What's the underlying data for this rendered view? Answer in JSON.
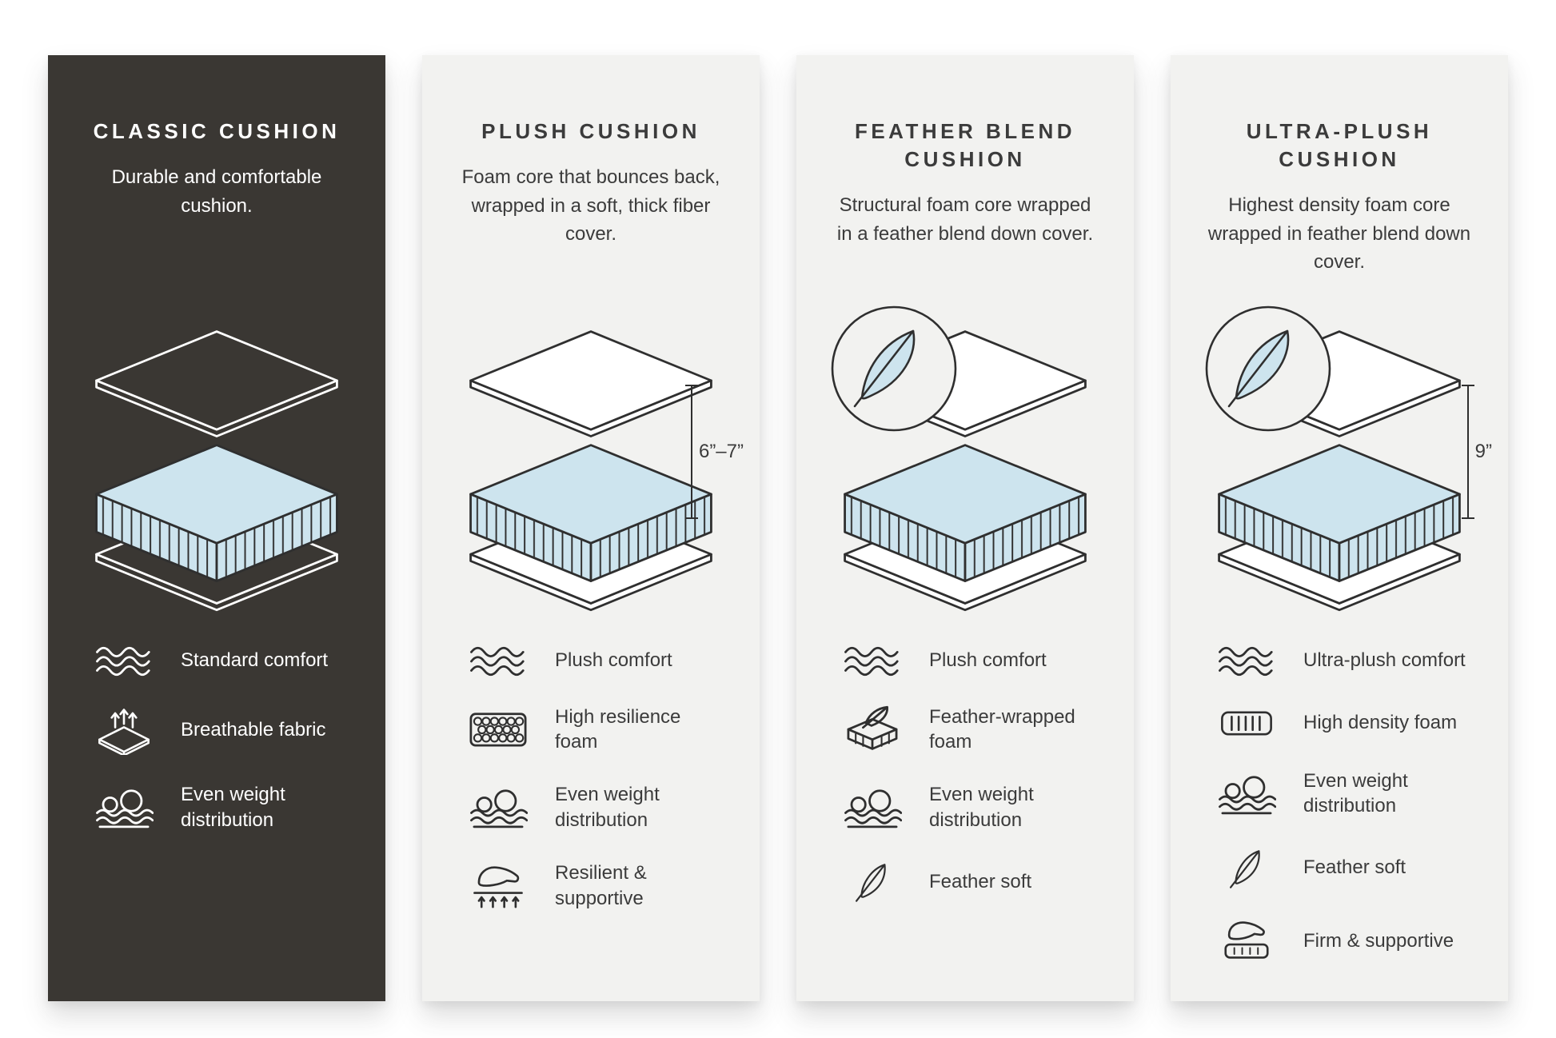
{
  "colors": {
    "dark_panel_bg": "#3a3733",
    "light_panel_bg": "#f2f2f0",
    "foam_blue": "#cde4ee",
    "outline_dark": "#2f2f2f"
  },
  "panels": [
    {
      "title": "CLASSIC CUSHION",
      "description": "Durable and comfortable cushion.",
      "features": [
        {
          "icon": "comfort-waves-icon",
          "label": "Standard comfort"
        },
        {
          "icon": "breathable-fabric-icon",
          "label": "Breathable fabric"
        },
        {
          "icon": "weight-distribution-icon",
          "label": "Even weight distribution"
        }
      ]
    },
    {
      "title": "PLUSH CUSHION",
      "description": "Foam core that bounces back, wrapped in a soft, thick fiber cover.",
      "measurement": "6”–7”",
      "features": [
        {
          "icon": "comfort-waves-icon",
          "label": "Plush comfort"
        },
        {
          "icon": "resilience-foam-icon",
          "label": "High resilience foam"
        },
        {
          "icon": "weight-distribution-icon",
          "label": "Even weight distribution"
        },
        {
          "icon": "resilient-supportive-icon",
          "label": "Resilient & supportive"
        }
      ]
    },
    {
      "title": "FEATHER BLEND CUSHION",
      "description": "Structural foam core wrapped in a feather blend down cover.",
      "features": [
        {
          "icon": "comfort-waves-icon",
          "label": "Plush comfort"
        },
        {
          "icon": "feather-wrapped-foam-icon",
          "label": "Feather-wrapped foam"
        },
        {
          "icon": "weight-distribution-icon",
          "label": "Even weight distribution"
        },
        {
          "icon": "feather-soft-icon",
          "label": "Feather soft"
        }
      ]
    },
    {
      "title": "ULTRA-PLUSH CUSHION",
      "description": "Highest density foam core wrapped in feather blend down cover.",
      "measurement": "9”",
      "features": [
        {
          "icon": "comfort-waves-icon",
          "label": "Ultra-plush comfort"
        },
        {
          "icon": "density-foam-icon",
          "label": "High density foam"
        },
        {
          "icon": "weight-distribution-icon",
          "label": "Even weight distribution"
        },
        {
          "icon": "feather-soft-icon",
          "label": "Feather soft"
        },
        {
          "icon": "firm-supportive-icon",
          "label": "Firm & supportive"
        }
      ]
    }
  ]
}
